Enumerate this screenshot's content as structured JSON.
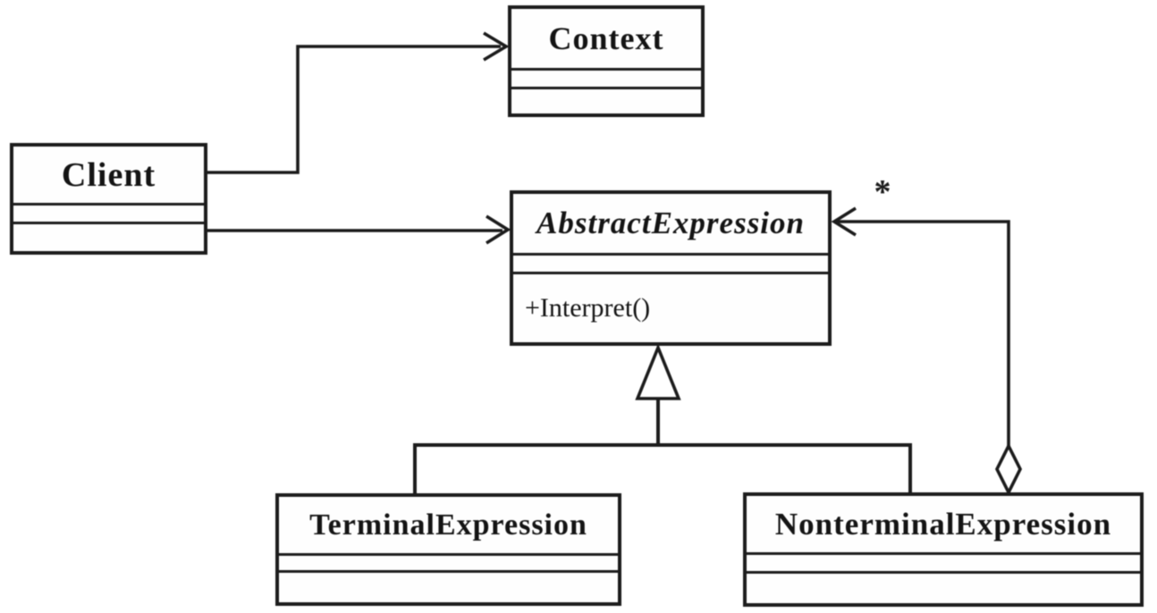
{
  "diagram": {
    "classes": {
      "context": {
        "name": "Context"
      },
      "client": {
        "name": "Client"
      },
      "abstract_expression": {
        "name": "AbstractExpression",
        "method": "+Interpret()"
      },
      "terminal_expression": {
        "name": "TerminalExpression"
      },
      "nonterminal_expression": {
        "name": "NonterminalExpression"
      }
    },
    "labels": {
      "aggregation_multiplicity": "*"
    },
    "colors": {
      "line": "#1c1c1c",
      "background": "#ffffff",
      "box_fill": "#fefefe"
    }
  }
}
